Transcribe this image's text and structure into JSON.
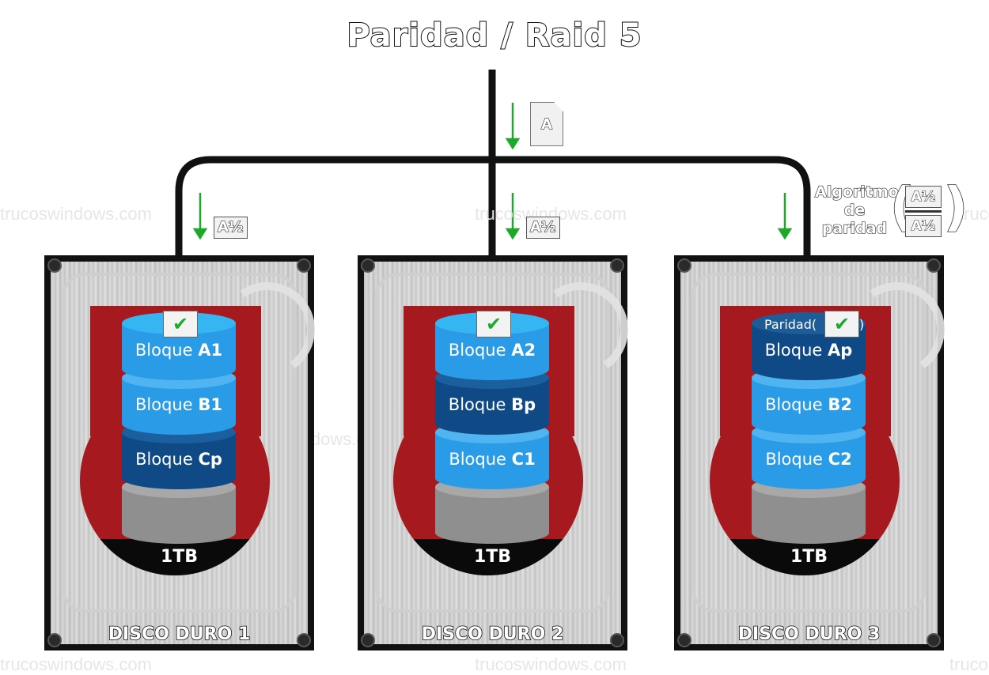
{
  "title": "Paridad / Raid 5",
  "watermark": "trucoswindows.com",
  "incoming_file": "A",
  "half_label": "A½",
  "algorithm_lines": [
    "Algoritmo",
    "de",
    "paridad"
  ],
  "parity_fraction": {
    "numerator": "A½",
    "denominator": "A½"
  },
  "colors": {
    "block_light": "#2a9be6",
    "block_dark": "#0f4a86",
    "empty": "#8f8f8f",
    "disk_red": "#a5191f",
    "arrow": "#1ea82a"
  },
  "disks": [
    {
      "name": "DISCO DURO 1",
      "capacity": "1TB",
      "blocks": [
        {
          "prefix": "Bloque",
          "id": "A1",
          "parity": false
        },
        {
          "prefix": "Bloque",
          "id": "B1",
          "parity": false
        },
        {
          "prefix": "Bloque",
          "id": "Cp",
          "parity": true
        }
      ],
      "top_label": ""
    },
    {
      "name": "DISCO DURO 2",
      "capacity": "1TB",
      "blocks": [
        {
          "prefix": "Bloque",
          "id": "A2",
          "parity": false
        },
        {
          "prefix": "Bloque",
          "id": "Bp",
          "parity": true
        },
        {
          "prefix": "Bloque",
          "id": "C1",
          "parity": false
        }
      ],
      "top_label": ""
    },
    {
      "name": "DISCO DURO 3",
      "capacity": "1TB",
      "blocks": [
        {
          "prefix": "Bloque",
          "id": "Ap",
          "parity": true
        },
        {
          "prefix": "Bloque",
          "id": "B2",
          "parity": false
        },
        {
          "prefix": "Bloque",
          "id": "C2",
          "parity": false
        }
      ],
      "top_label": "Paridad(",
      "top_label_end": ")"
    }
  ]
}
